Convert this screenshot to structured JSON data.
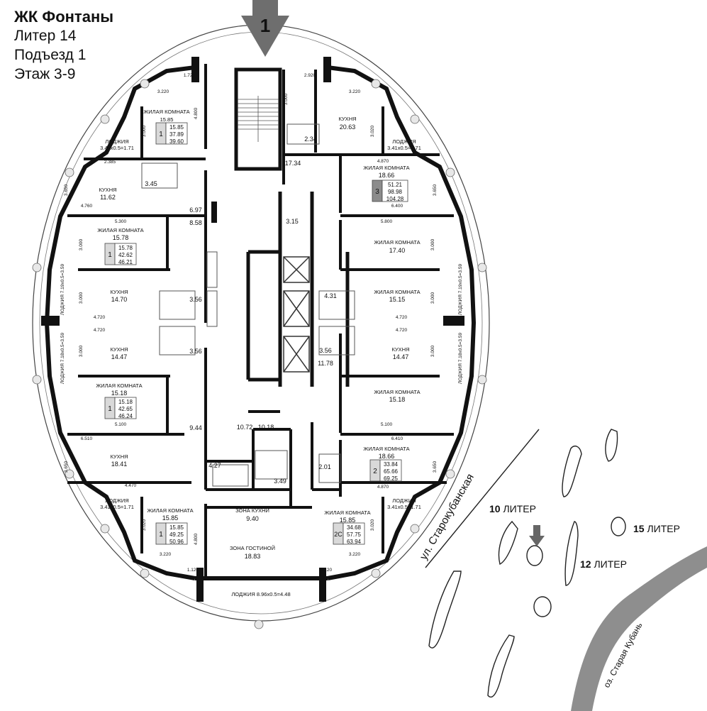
{
  "header": {
    "title": "ЖК Фонтаны",
    "liter": "Литер 14",
    "entrance": "Подъезд 1",
    "floors": "Этаж 3-9"
  },
  "entrance_arrow": {
    "number": "1"
  },
  "rooms": [
    {
      "name": "ЖИЛАЯ КОМНАТА",
      "area": "15.85"
    },
    {
      "name": "КУХНЯ",
      "area": "20.63"
    },
    {
      "name": "ЛОДЖИЯ",
      "area": "3.41x0.5=1.71"
    },
    {
      "name": "ЛОДЖИЯ",
      "area": "3.41x0.5=1.71"
    },
    {
      "name": "ЖИЛАЯ КОМНАТА",
      "area": "18.66"
    },
    {
      "name": "КУХНЯ",
      "area": "11.62"
    },
    {
      "name": "ЖИЛАЯ КОМНАТА",
      "area": "15.78"
    },
    {
      "name": "ЖИЛАЯ КОМНАТА",
      "area": "17.40"
    },
    {
      "name": "КУХНЯ",
      "area": "14.70"
    },
    {
      "name": "ЖИЛАЯ КОМНАТА",
      "area": "15.15"
    },
    {
      "name": "КУХНЯ",
      "area": "14.47"
    },
    {
      "name": "КУХНЯ",
      "area": "14.47"
    },
    {
      "name": "ЖИЛАЯ КОМНАТА",
      "area": "15.18"
    },
    {
      "name": "ЖИЛАЯ КОМНАТА",
      "area": "15.18"
    },
    {
      "name": "КУХНЯ",
      "area": "18.41"
    },
    {
      "name": "ЖИЛАЯ КОМНАТА",
      "area": "18.66"
    },
    {
      "name": "ЛОДЖИЯ",
      "area": "3.41x0.5=1.71"
    },
    {
      "name": "ЛОДЖИЯ",
      "area": "3.41x0.5=1.71"
    },
    {
      "name": "ЖИЛАЯ КОМНАТА",
      "area": "15.85"
    },
    {
      "name": "ЖИЛАЯ КОМНАТА",
      "area": "15.85"
    },
    {
      "name": "ЗОНА КУХНИ",
      "area": "9.40"
    },
    {
      "name": "ЗОНА ГОСТИНОЙ",
      "area": "18.83"
    },
    {
      "name": "ЛОДЖИЯ 8.96x0.5=4.48",
      "area": ""
    }
  ],
  "small_areas": [
    "2.34",
    "17.34",
    "3.45",
    "6.97",
    "8.58",
    "3.15",
    "3.56",
    "4.31",
    "3.56",
    "3.56",
    "11.78",
    "9.44",
    "10.72",
    "10.18",
    "4.27",
    "3.49",
    "2.01"
  ],
  "vertical_labels": [
    "ЛОДЖИЯ 7.19x0.5=3.59",
    "ЛОДЖИЯ 7.19x0.5=3.59",
    "ЛОДЖИЯ 7.18x0.5=3.59",
    "ЛОДЖИЯ 7.18x0.5=3.59"
  ],
  "apartments": [
    {
      "rooms": "1",
      "v1": "15.85",
      "v2": "37.89",
      "v3": "39.60"
    },
    {
      "rooms": "3",
      "v1": "51.21",
      "v2": "98.98",
      "v3": "104.28"
    },
    {
      "rooms": "1",
      "v1": "15.78",
      "v2": "42.62",
      "v3": "46.21"
    },
    {
      "rooms": "1",
      "v1": "15.18",
      "v2": "42.65",
      "v3": "46.24"
    },
    {
      "rooms": "2",
      "v1": "33.84",
      "v2": "65.66",
      "v3": "69.25"
    },
    {
      "rooms": "1",
      "v1": "15.85",
      "v2": "49.25",
      "v3": "50.96"
    },
    {
      "rooms": "2С",
      "v1": "34.68",
      "v2": "57.75",
      "v3": "63.94"
    }
  ],
  "dimensions": [
    "2.920",
    "1.720",
    "3.220",
    "3.220",
    "4.800",
    "3.000",
    "3.000",
    "3.020",
    "2.385",
    "4.870",
    "5.300",
    "5.800",
    "4.760",
    "6.400",
    "3.650",
    "3.650",
    "4.720",
    "4.720",
    "4.720",
    "4.720",
    "5.100",
    "5.100",
    "6.510",
    "6.410",
    "4.870",
    "4.470",
    "3.020",
    "3.020",
    "4.800",
    "3.220",
    "3.220",
    "1.120",
    "1.120",
    "3.000",
    "3.000",
    "3.000",
    "3.000",
    "3.000",
    "3.000",
    "3.650",
    "3.650"
  ],
  "site_map": {
    "street": "ул. Старокубанская",
    "lake": "оз. Старая Кубань",
    "liters": [
      {
        "num": "10",
        "word": "ЛИТЕР"
      },
      {
        "num": "15",
        "word": "ЛИТЕР"
      },
      {
        "num": "12",
        "word": "ЛИТЕР"
      }
    ]
  },
  "colors": {
    "wall": "#111111",
    "line": "#555555",
    "box": "#d9d9d9",
    "box_dark": "#8c8c8c",
    "river": "#8e8e8e"
  }
}
